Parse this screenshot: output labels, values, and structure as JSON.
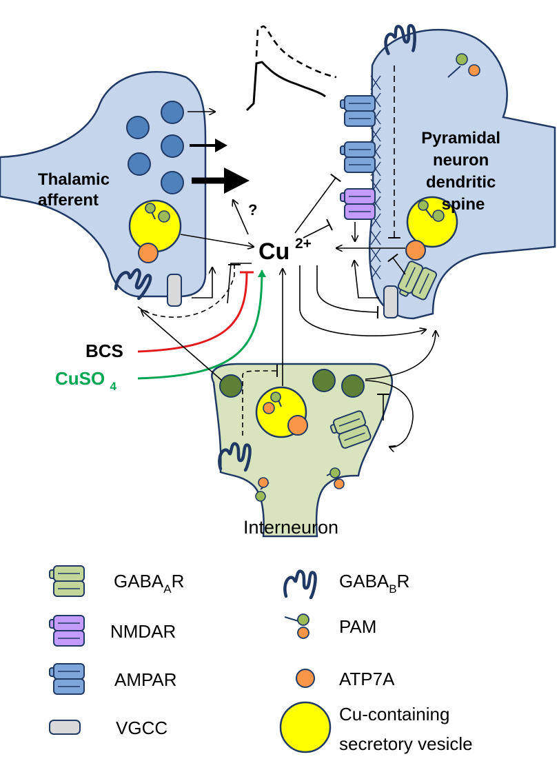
{
  "colors": {
    "cell_blue": "#c5d5ec",
    "cell_green": "#d7e4bd",
    "outline_navy": "#1f3864",
    "vesicle_blue": "#4f81bd",
    "vesicle_green": "#5e7f35",
    "yellow": "#ffff00",
    "orange": "#f79646",
    "pam_green": "#9bbb59",
    "ampar": "#7ea6d8",
    "nmdar": "#c39bfb",
    "gabaar": "#c4d79b",
    "vgcc": "#d9d9d9",
    "bcs_red": "#e31a1c",
    "cuso4_green": "#00a651"
  },
  "labels": {
    "thalamic": [
      "Thalamic",
      "afferent"
    ],
    "pyramidal": [
      "Pyramidal",
      "neuron",
      "dendritic",
      "spine"
    ],
    "cu_base": "Cu",
    "cu_sup": "2+",
    "question": "?",
    "bcs": "BCS",
    "cuso4_base": "CuSO",
    "cuso4_sub": "4",
    "interneuron": "Interneuron"
  },
  "legend": {
    "gabaar": {
      "base": "GABA",
      "sub": "A",
      "tail": "R"
    },
    "nmdar": "NMDAR",
    "ampar": "AMPAR",
    "vgcc": "VGCC",
    "gabab": {
      "base": "GABA",
      "sub": "B",
      "tail": "R"
    },
    "pam": "PAM",
    "atp7a": "ATP7A",
    "vesicle": [
      "Cu-containing",
      "secretory vesicle"
    ]
  },
  "icons": [
    "gabaa-receptor-icon",
    "nmda-receptor-icon",
    "ampa-receptor-icon",
    "vgcc-channel-icon",
    "gabab-receptor-icon",
    "pam-icon",
    "atp7a-icon",
    "vesicle-icon"
  ]
}
